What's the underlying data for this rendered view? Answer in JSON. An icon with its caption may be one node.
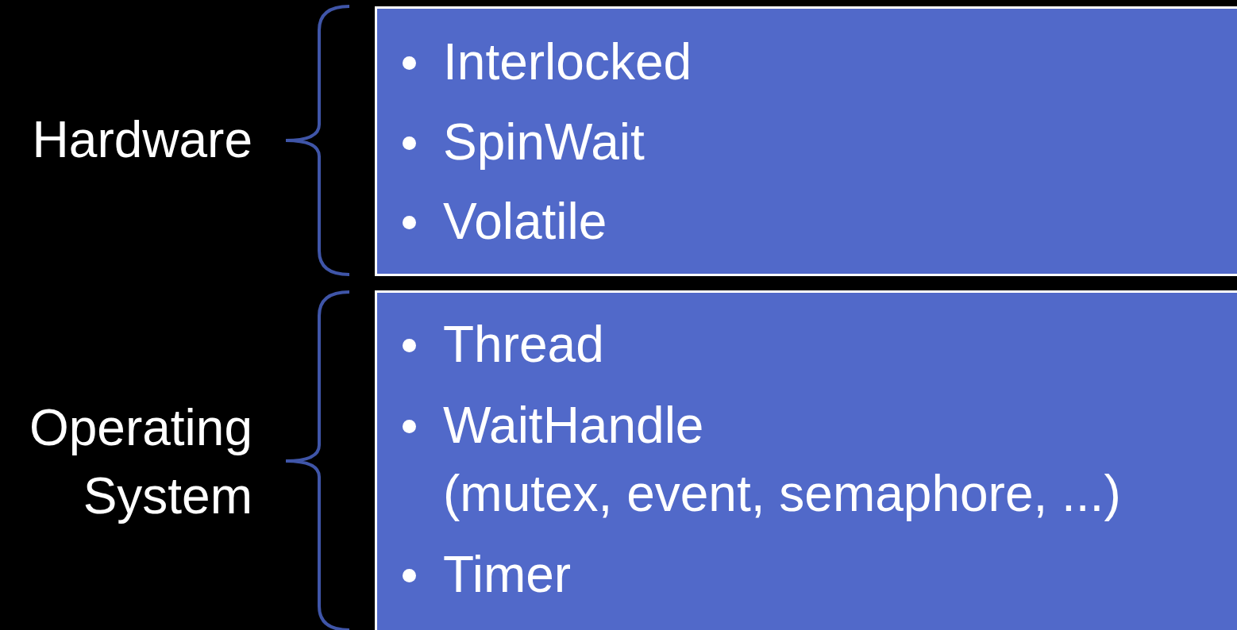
{
  "diagram": {
    "nodes": [
      {
        "text": [
          "Interlocked",
          "SpinWait",
          "Volatile"
        ],
        "beside": [
          "Hardware"
        ]
      },
      {
        "text": [
          "Thread",
          "WaitHandle",
          "(mutex, event, semaphore, ...)",
          "Timer"
        ],
        "beside": [
          "Operating System"
        ]
      }
    ]
  }
}
